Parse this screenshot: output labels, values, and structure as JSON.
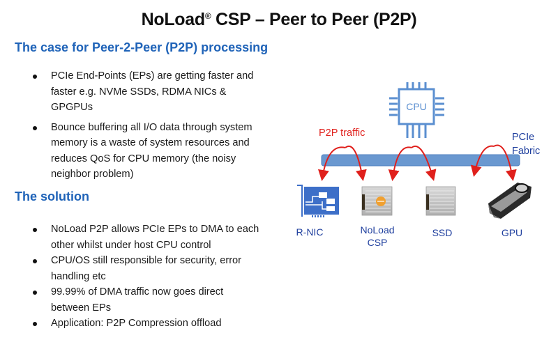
{
  "title": {
    "main": "NoLoad",
    "registered": "®",
    "rest": " CSP – Peer to Peer (P2P)"
  },
  "sections": [
    {
      "heading": "The case for Peer-2-Peer (P2P) processing",
      "bullets": [
        "PCIe End-Points (EPs) are getting faster and faster e.g. NVMe SSDs, RDMA NICs & GPGPUs",
        "Bounce buffering all I/O data through system memory is a waste of system resources and reduces QoS for CPU memory (the noisy neighbor problem)"
      ]
    },
    {
      "heading": "The solution",
      "bullets": [
        "NoLoad P2P allows PCIe EPs to DMA to each other whilst under host CPU control",
        "CPU/OS still responsible for security, error handling etc",
        "99.99% of DMA traffic now goes direct between EPs",
        "Application: P2P Compression offload"
      ]
    }
  ],
  "diagram": {
    "cpu_label": "CPU",
    "traffic_label": "P2P traffic",
    "fabric_label_line1": "PCIe",
    "fabric_label_line2": "Fabric",
    "devices": [
      {
        "label": "R-NIC",
        "icon": "network-card-icon"
      },
      {
        "label_line1": "NoLoad",
        "label_line2": "CSP",
        "icon": "noload-ssd-icon"
      },
      {
        "label": "SSD",
        "icon": "ssd-icon"
      },
      {
        "label": "GPU",
        "icon": "gpu-icon"
      }
    ],
    "colors": {
      "fabric": "#6a98d0",
      "cpu": "#5b8fd0",
      "arrows": "#e0201c",
      "labels": "#1f3f9e",
      "noload_blue": "#1c48a8",
      "noload_orange": "#f0a030"
    }
  }
}
